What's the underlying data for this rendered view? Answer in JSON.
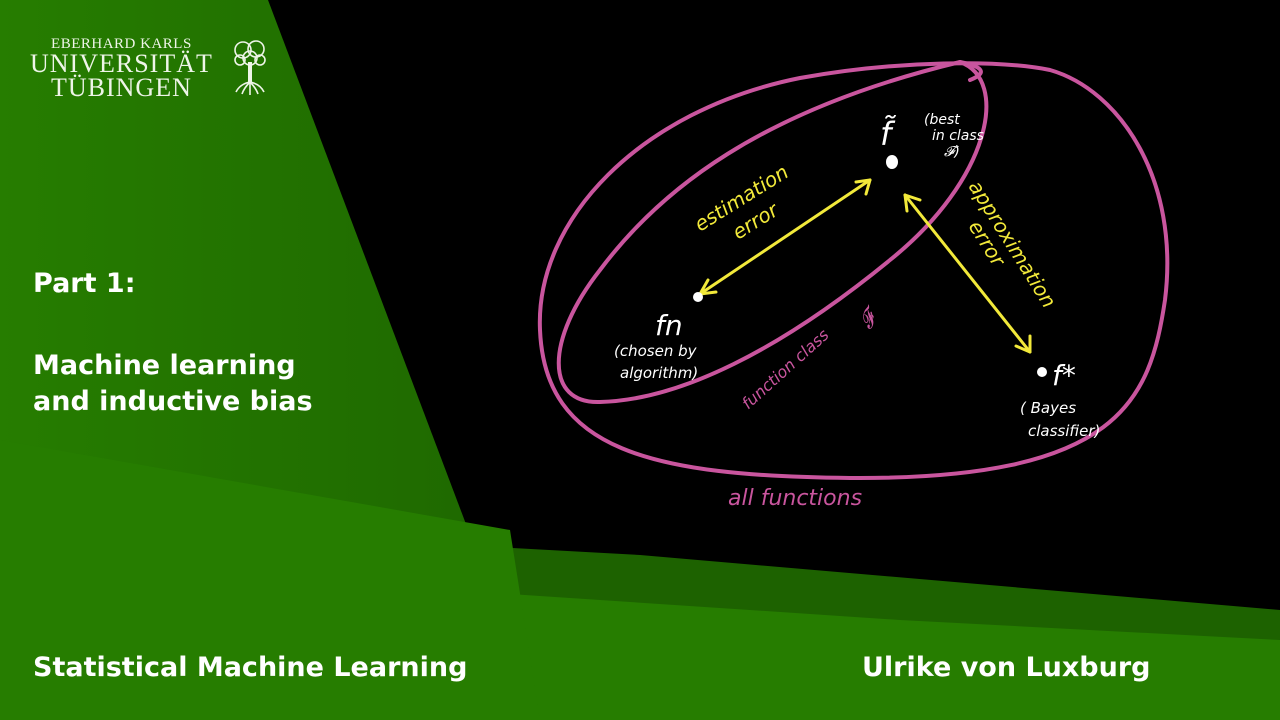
{
  "logo": {
    "line1": "EBERHARD KARLS",
    "line2": "UNIVERSITÄT",
    "line3": "TÜBINGEN",
    "icon": "tree-icon"
  },
  "slide": {
    "part": "Part 1:",
    "title_line1": "Machine learning",
    "title_line2": "and inductive bias",
    "course": "Statistical Machine Learning",
    "author": "Ulrike von Luxburg"
  },
  "diagram": {
    "outer_set_label": "all functions",
    "inner_set_label": "function class",
    "inner_set_symbol": "𝓕",
    "f_tilde": {
      "symbol": "f̃",
      "note_line1": "(best",
      "note_line2": "in class",
      "note_line3": "𝓕)"
    },
    "f_n": {
      "symbol": "fn",
      "note_line1": "(chosen by",
      "note_line2": "algorithm)"
    },
    "f_star": {
      "symbol": "f*",
      "note_line1": "( Bayes",
      "note_line2": "classifier)"
    },
    "estimation_error_line1": "estimation",
    "estimation_error_line2": "error",
    "approximation_error_line1": "approximation",
    "approximation_error_line2": "error"
  },
  "colors": {
    "green": "#267d00",
    "green_dark": "#1d6200",
    "magenta": "#c9559e",
    "yellow": "#f2e93a",
    "white": "#ffffff",
    "black": "#000000"
  }
}
